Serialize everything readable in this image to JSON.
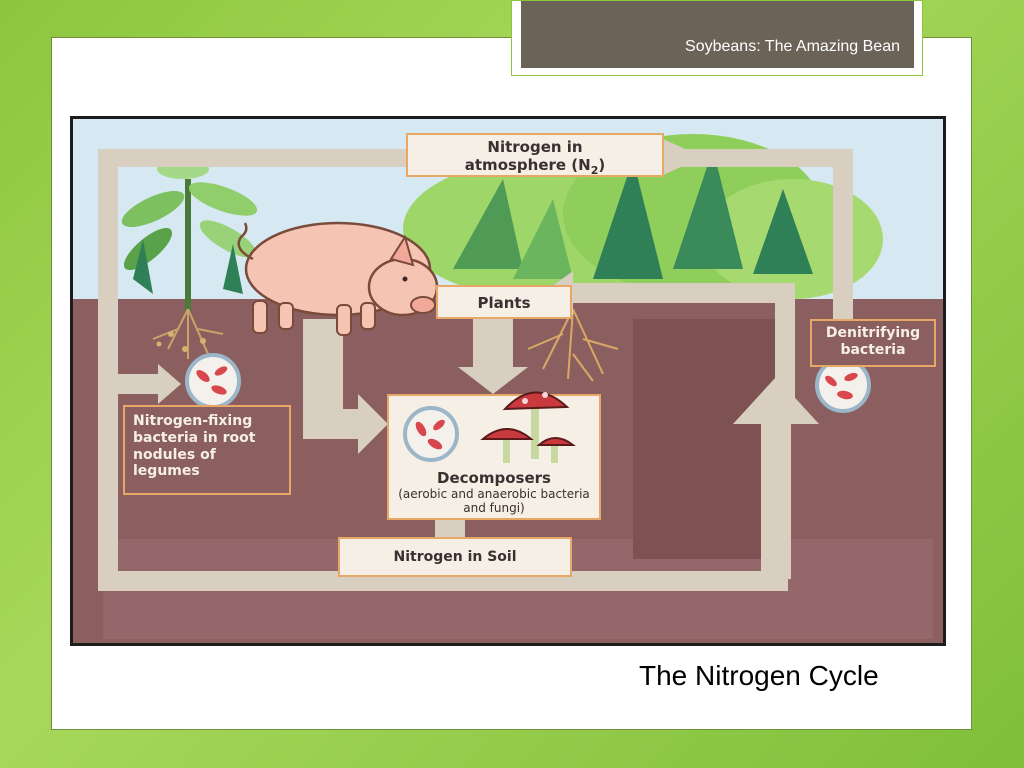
{
  "header": {
    "title": "Soybeans:  The Amazing Bean"
  },
  "diagram": {
    "atmosphere_label": "Nitrogen in",
    "atmosphere_label_2": "atmosphere (N",
    "atmosphere_subscript": "2",
    "plants_label": "Plants",
    "denitrifying_label": "Denitrifying bacteria",
    "fixing_label": "Nitrogen-fixing bacteria in root nodules of legumes",
    "decomposers_label": "Decomposers",
    "decomposers_detail": "(aerobic and anaerobic bacteria and fungi)",
    "soil_label": "Nitrogen in Soil"
  },
  "caption": "The Nitrogen Cycle",
  "colors": {
    "background_green": "#8cc63f",
    "header_box": "#6b6258",
    "soil": "#8b5f5f",
    "sky": "#d6e8f2",
    "arrows": "#d8cfc0",
    "label_border": "#e7a867"
  }
}
